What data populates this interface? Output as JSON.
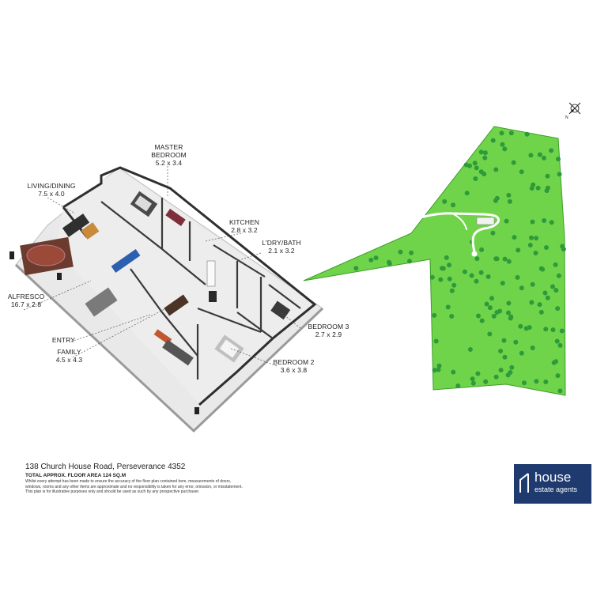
{
  "rooms": [
    {
      "id": "master",
      "name_line1": "MASTER",
      "name_line2": "BEDROOM",
      "dims": "5.2 x 3.4"
    },
    {
      "id": "living",
      "name_line1": "LIVING/DINING",
      "name_line2": "",
      "dims": "7.5 x 4.0"
    },
    {
      "id": "kitchen",
      "name_line1": "KITCHEN",
      "name_line2": "",
      "dims": "2.8 x 3.2"
    },
    {
      "id": "ldry",
      "name_line1": "L'DRY/BATH",
      "name_line2": "",
      "dims": "2.1 x 3.2"
    },
    {
      "id": "alfresco",
      "name_line1": "ALFRESCO",
      "name_line2": "",
      "dims": "16.7 x 2.8"
    },
    {
      "id": "entry",
      "name_line1": "ENTRY",
      "name_line2": "",
      "dims": ""
    },
    {
      "id": "family",
      "name_line1": "FAMILY",
      "name_line2": "",
      "dims": "4.5 x 4.3"
    },
    {
      "id": "bed3",
      "name_line1": "BEDROOM 3",
      "name_line2": "",
      "dims": "2.7 x 2.9"
    },
    {
      "id": "bed2",
      "name_line1": "BEDROOM 2",
      "name_line2": "",
      "dims": "3.6 x 3.8"
    }
  ],
  "footer": {
    "address": "138 Church House Road, Perseverance 4352",
    "total_area": "TOTAL APPROX. FLOOR AREA 124 SQ.M",
    "disclaimer_1": "Whilst every attempt has been made to ensure the accuracy of the floor plan contained here, measurements of doors,",
    "disclaimer_2": "windows, rooms and any other items are approximate and no responsibility is taken for any error, omission, or misstatement.",
    "disclaimer_3": "This plan is for illustrative purposes only and should be used as such by any prospective purchaser."
  },
  "logo": {
    "word_1": "house",
    "word_2": "estate agents",
    "bg_color": "#1e3a6e"
  },
  "compass": {
    "letter": "N"
  },
  "colors": {
    "site_green": "#6fd44a",
    "tree_green": "#2e9a3a",
    "floor": "#e6e6e6",
    "wall": "#333333"
  }
}
